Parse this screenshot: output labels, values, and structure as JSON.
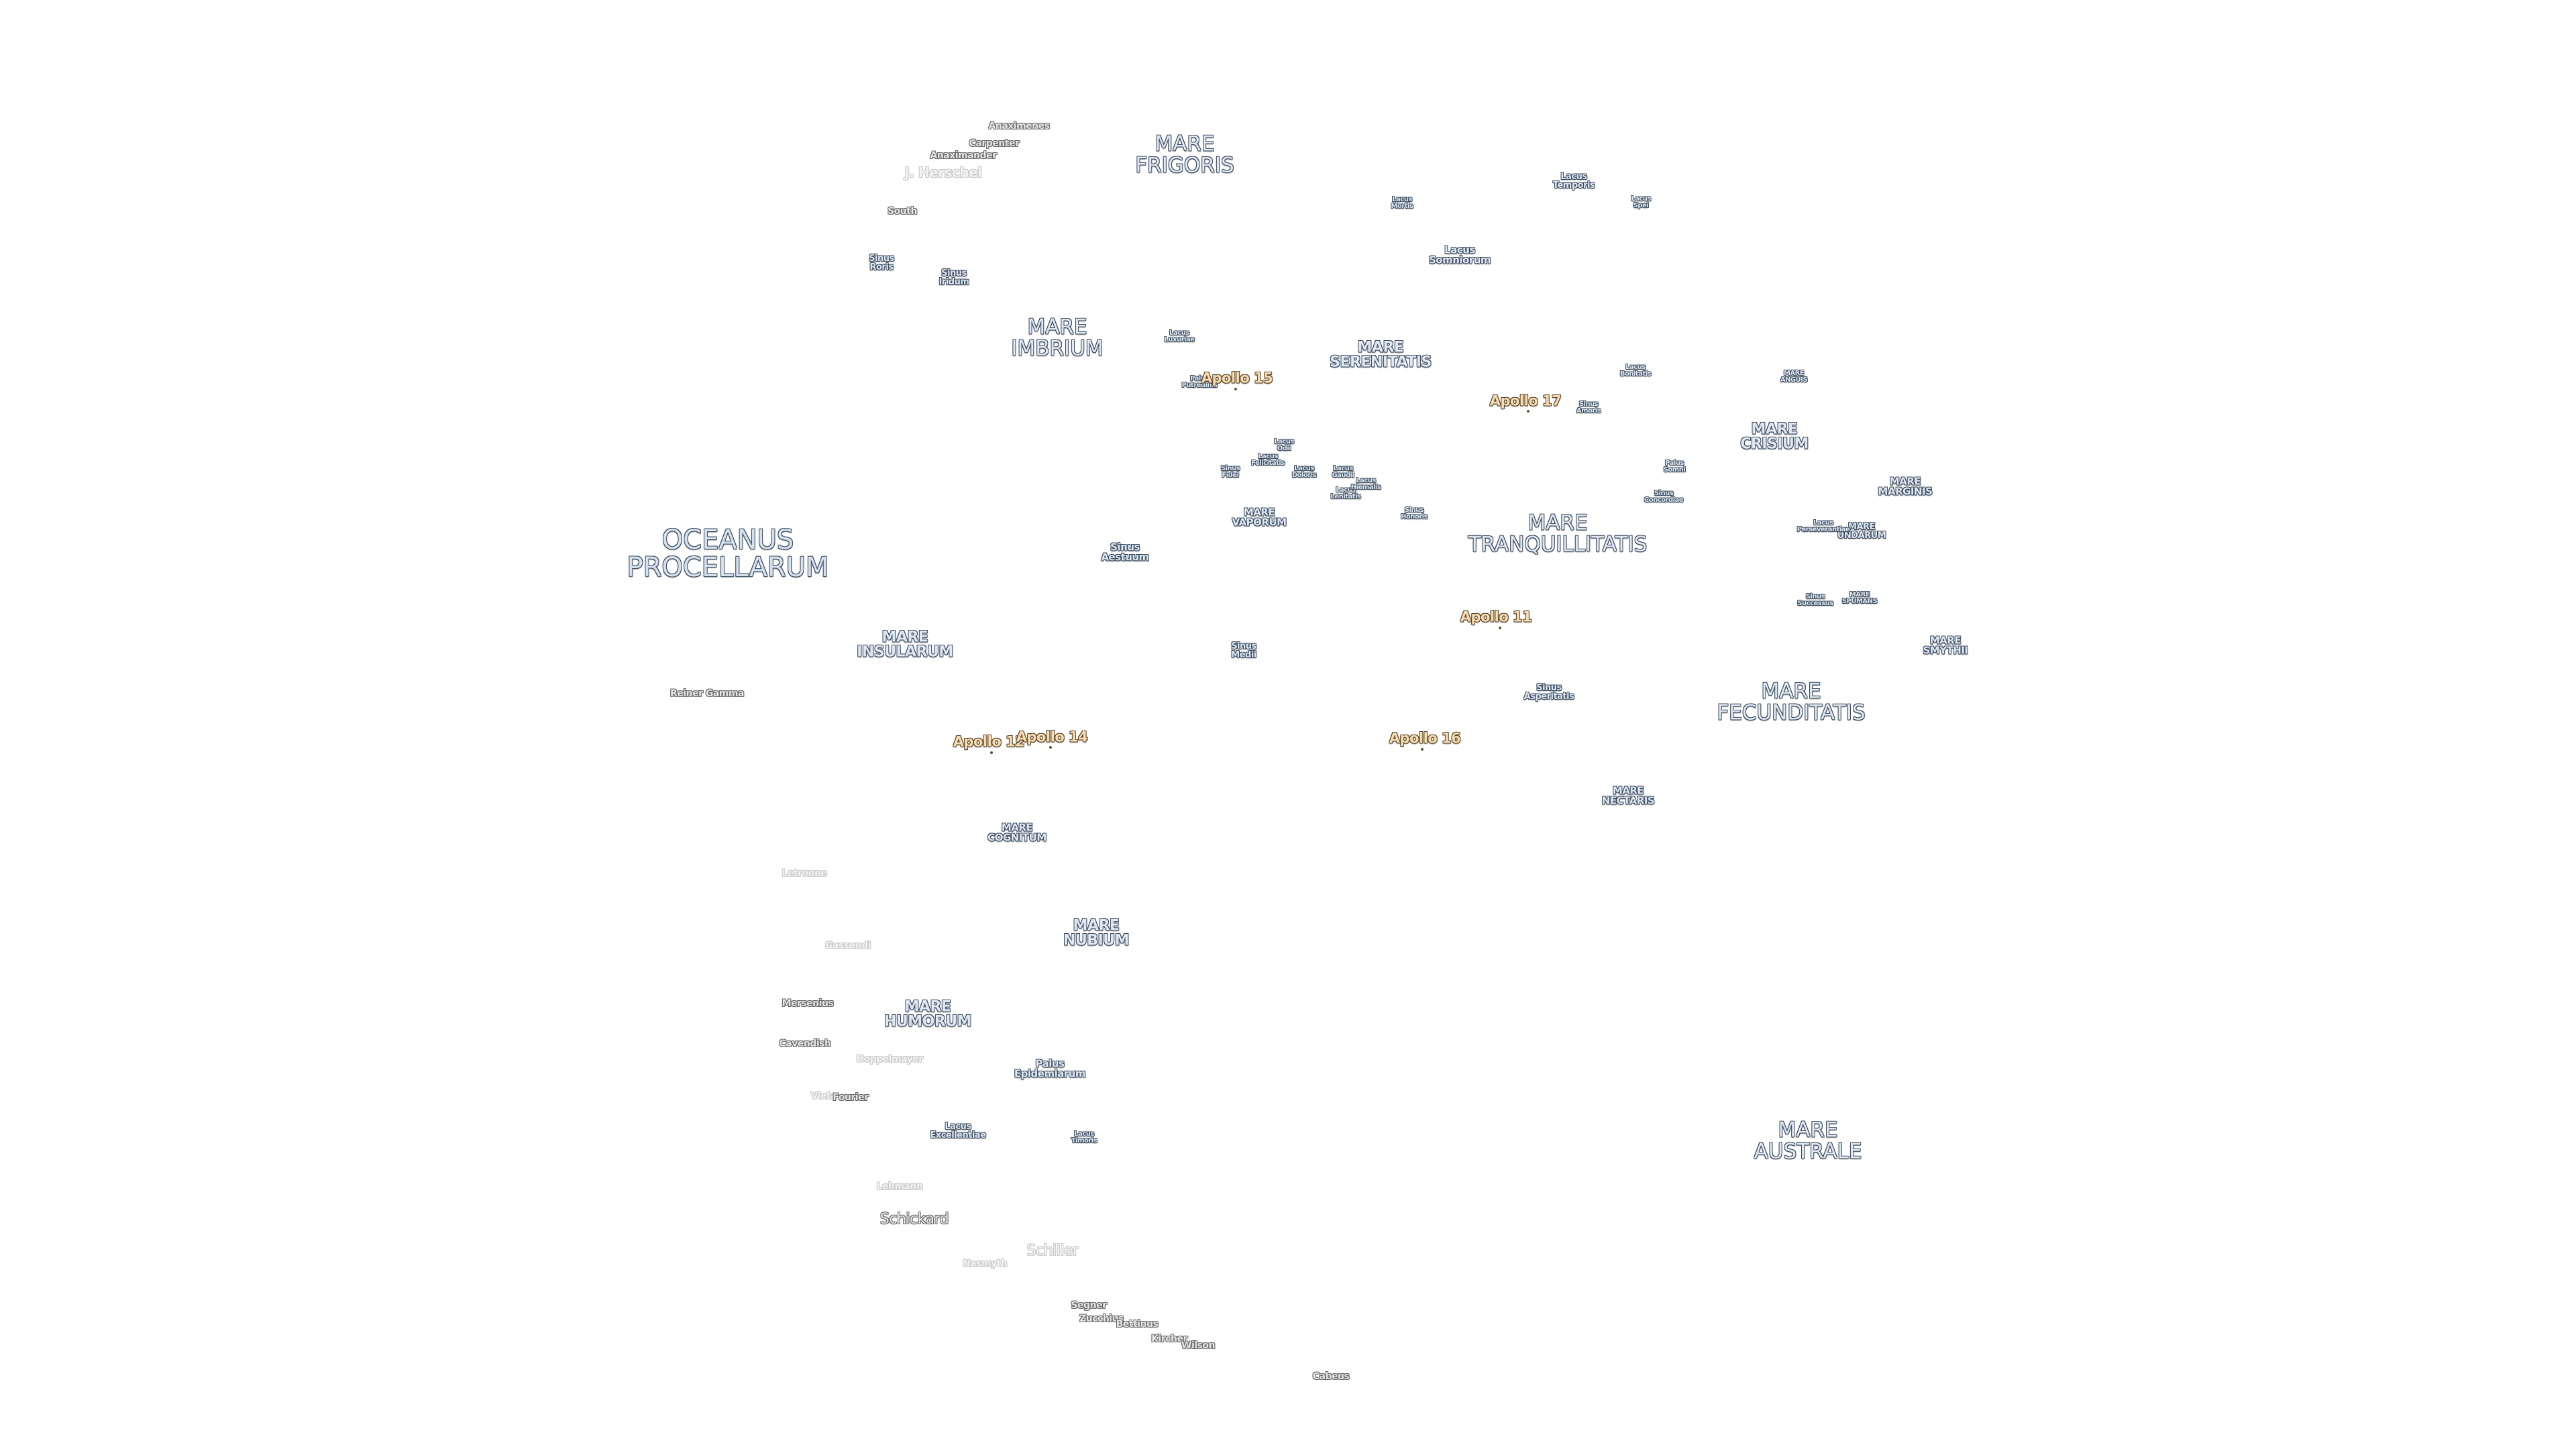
{
  "map": {
    "colors": {
      "background": "#ffffff",
      "label_fill": "#dfe8f3",
      "label_outline": "#3a4a5c",
      "apollo_fill": "#f6dcb2",
      "apollo_outline": "#5a4326"
    },
    "features": [
      {
        "name": "OCEANUS\nPROCELLARUM",
        "kind": "ocean"
      },
      {
        "name": "MARE\nFRIGORIS",
        "kind": "mare"
      },
      {
        "name": "MARE\nIMBRIUM",
        "kind": "mare"
      },
      {
        "name": "MARE\nSERENITATIS",
        "kind": "mare"
      },
      {
        "name": "MARE\nTRANQUILLITATIS",
        "kind": "mare"
      },
      {
        "name": "MARE\nCRISIUM",
        "kind": "mare"
      },
      {
        "name": "MARE\nFECUNDITATIS",
        "kind": "mare"
      },
      {
        "name": "MARE\nAUSTRALE",
        "kind": "mare"
      },
      {
        "name": "MARE\nNUBIUM",
        "kind": "mare"
      },
      {
        "name": "MARE\nINSULARUM",
        "kind": "mare"
      },
      {
        "name": "MARE\nCOGNITUM",
        "kind": "mare"
      },
      {
        "name": "MARE\nHUMORUM",
        "kind": "mare"
      },
      {
        "name": "MARE\nNECTARIS",
        "kind": "mare"
      },
      {
        "name": "MARE\nVAPORUM",
        "kind": "mare"
      },
      {
        "name": "MARE\nMARGINIS",
        "kind": "mare"
      },
      {
        "name": "MARE\nSMYTHII",
        "kind": "mare"
      },
      {
        "name": "MARE\nUNDARUM",
        "kind": "mare"
      },
      {
        "name": "MARE\nSPUMANS",
        "kind": "mare"
      },
      {
        "name": "MARE\nANGUIS",
        "kind": "mare"
      },
      {
        "name": "Lacus\nSomniorum",
        "kind": "lacus"
      },
      {
        "name": "Lacus\nMortis",
        "kind": "lacus"
      },
      {
        "name": "Lacus\nTemporis",
        "kind": "lacus"
      },
      {
        "name": "Lacus\nSpei",
        "kind": "lacus"
      },
      {
        "name": "Lacus\nBonitatis",
        "kind": "lacus"
      },
      {
        "name": "Lacus\nExcellentiae",
        "kind": "lacus"
      },
      {
        "name": "Lacus\nTimoris",
        "kind": "lacus"
      },
      {
        "name": "Lacus\nLenitatis",
        "kind": "lacus"
      },
      {
        "name": "Lacus\nDoloris",
        "kind": "lacus"
      },
      {
        "name": "Lacus\nFelicitatis",
        "kind": "lacus"
      },
      {
        "name": "Lacus\nOdii",
        "kind": "lacus"
      },
      {
        "name": "Lacus\nGaudii",
        "kind": "lacus"
      },
      {
        "name": "Lacus\nHiemalis",
        "kind": "lacus"
      },
      {
        "name": "Lacus\nLuxuriae",
        "kind": "lacus"
      },
      {
        "name": "Lacus\nPerseverantiae",
        "kind": "lacus"
      },
      {
        "name": "Sinus\nIridum",
        "kind": "sinus"
      },
      {
        "name": "Sinus\nRoris",
        "kind": "sinus"
      },
      {
        "name": "Sinus\nAestuum",
        "kind": "sinus"
      },
      {
        "name": "Sinus\nMedii",
        "kind": "sinus"
      },
      {
        "name": "Sinus\nAsperitatis",
        "kind": "sinus"
      },
      {
        "name": "Sinus\nAmoris",
        "kind": "sinus"
      },
      {
        "name": "Sinus\nConcordiae",
        "kind": "sinus"
      },
      {
        "name": "Sinus\nSuccessus",
        "kind": "sinus"
      },
      {
        "name": "Sinus\nHonoris",
        "kind": "sinus"
      },
      {
        "name": "Sinus\nFidei",
        "kind": "sinus"
      },
      {
        "name": "Palus\nPutredinis",
        "kind": "palus"
      },
      {
        "name": "Palus\nEpidemiarum",
        "kind": "palus"
      },
      {
        "name": "Palus\nSomni",
        "kind": "palus"
      },
      {
        "name": "Apollo 11",
        "kind": "apollo"
      },
      {
        "name": "Apollo 12",
        "kind": "apollo"
      },
      {
        "name": "Apollo 14",
        "kind": "apollo"
      },
      {
        "name": "Apollo 15",
        "kind": "apollo"
      },
      {
        "name": "Apollo 16",
        "kind": "apollo"
      },
      {
        "name": "Apollo 17",
        "kind": "apollo"
      },
      {
        "name": "Anaximenes",
        "kind": "crater"
      },
      {
        "name": "Carpenter",
        "kind": "crater"
      },
      {
        "name": "Anaximander",
        "kind": "crater"
      },
      {
        "name": "J. Herschel",
        "kind": "crater"
      },
      {
        "name": "South",
        "kind": "crater"
      },
      {
        "name": "Reiner Gamma",
        "kind": "crater"
      },
      {
        "name": "Letronne",
        "kind": "crater"
      },
      {
        "name": "Gassendi",
        "kind": "crater"
      },
      {
        "name": "Mersenius",
        "kind": "crater"
      },
      {
        "name": "Cavendish",
        "kind": "crater"
      },
      {
        "name": "Doppelmayer",
        "kind": "crater"
      },
      {
        "name": "Vieta",
        "kind": "crater"
      },
      {
        "name": "Fourier",
        "kind": "crater"
      },
      {
        "name": "Lehmann",
        "kind": "crater"
      },
      {
        "name": "Schickard",
        "kind": "crater"
      },
      {
        "name": "Nasmyth",
        "kind": "crater"
      },
      {
        "name": "Schiller",
        "kind": "crater"
      },
      {
        "name": "Segner",
        "kind": "crater"
      },
      {
        "name": "Zucchius",
        "kind": "crater"
      },
      {
        "name": "Bettinus",
        "kind": "crater"
      },
      {
        "name": "Kircher",
        "kind": "crater"
      },
      {
        "name": "Wilson",
        "kind": "crater"
      },
      {
        "name": "Cabeus",
        "kind": "crater"
      }
    ]
  }
}
